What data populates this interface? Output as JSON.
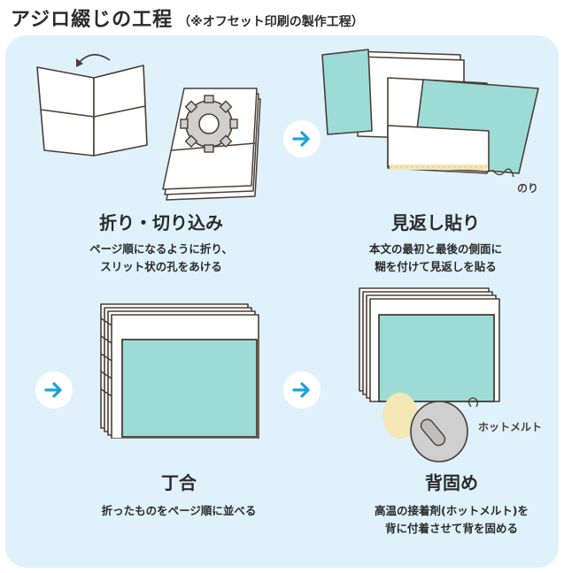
{
  "header": {
    "title": "アジロ綴じの工程",
    "subtitle": "（※オフセット印刷の製作工程）"
  },
  "steps": [
    {
      "title": "折り・切り込み",
      "description": "ページ順になるように折り、\nスリット状の孔をあける"
    },
    {
      "title": "見返し貼り",
      "description": "本文の最初と最後の側面に\n糊を付けて見返しを貼る"
    },
    {
      "title": "丁合",
      "description": "折ったものをページ順に並べる"
    },
    {
      "title": "背固め",
      "description": "高温の接着剤(ホットメルト)を\n背に付着させて背を固める"
    }
  ],
  "annotations": {
    "glue": "のり",
    "hotmelt": "ホットメルト"
  },
  "colors": {
    "panel": "#dff1fb",
    "accent": "#1aa3d9",
    "teal": "#9ddcd6",
    "line": "#4a3e36"
  }
}
